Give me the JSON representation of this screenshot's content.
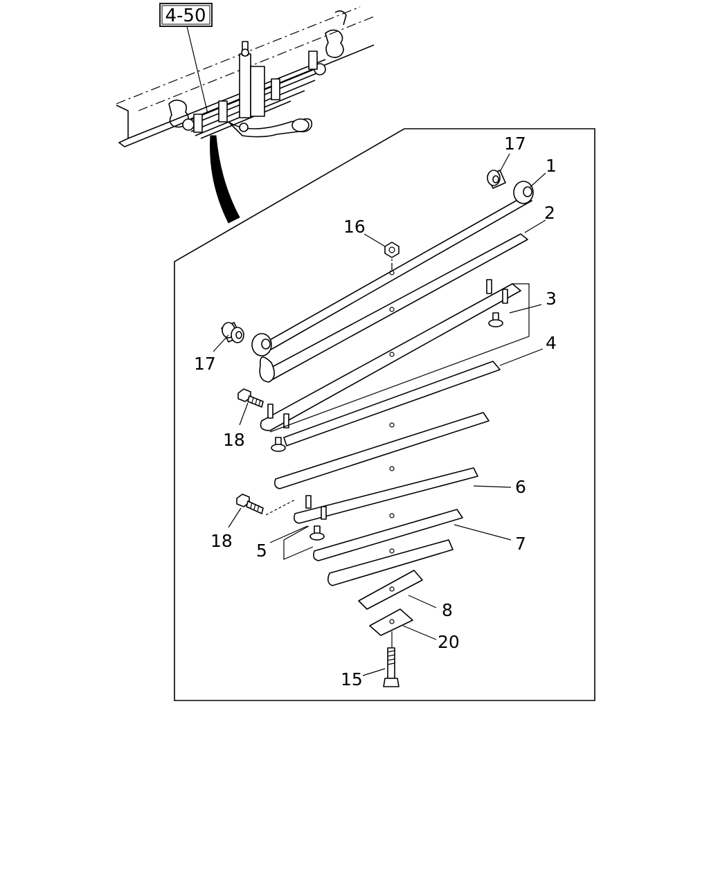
{
  "reference_box": {
    "text": "4-50"
  },
  "callouts": [
    {
      "id": "p1",
      "text": "1"
    },
    {
      "id": "p2",
      "text": "2"
    },
    {
      "id": "p3",
      "text": "3"
    },
    {
      "id": "p4",
      "text": "4"
    },
    {
      "id": "p5",
      "text": "5"
    },
    {
      "id": "p6",
      "text": "6"
    },
    {
      "id": "p7",
      "text": "7"
    },
    {
      "id": "p8",
      "text": "8"
    },
    {
      "id": "p15",
      "text": "15"
    },
    {
      "id": "p16",
      "text": "16"
    },
    {
      "id": "p17a",
      "text": "17"
    },
    {
      "id": "p17b",
      "text": "17"
    },
    {
      "id": "p18a",
      "text": "18"
    },
    {
      "id": "p18b",
      "text": "18"
    },
    {
      "id": "p20",
      "text": "20"
    }
  ]
}
